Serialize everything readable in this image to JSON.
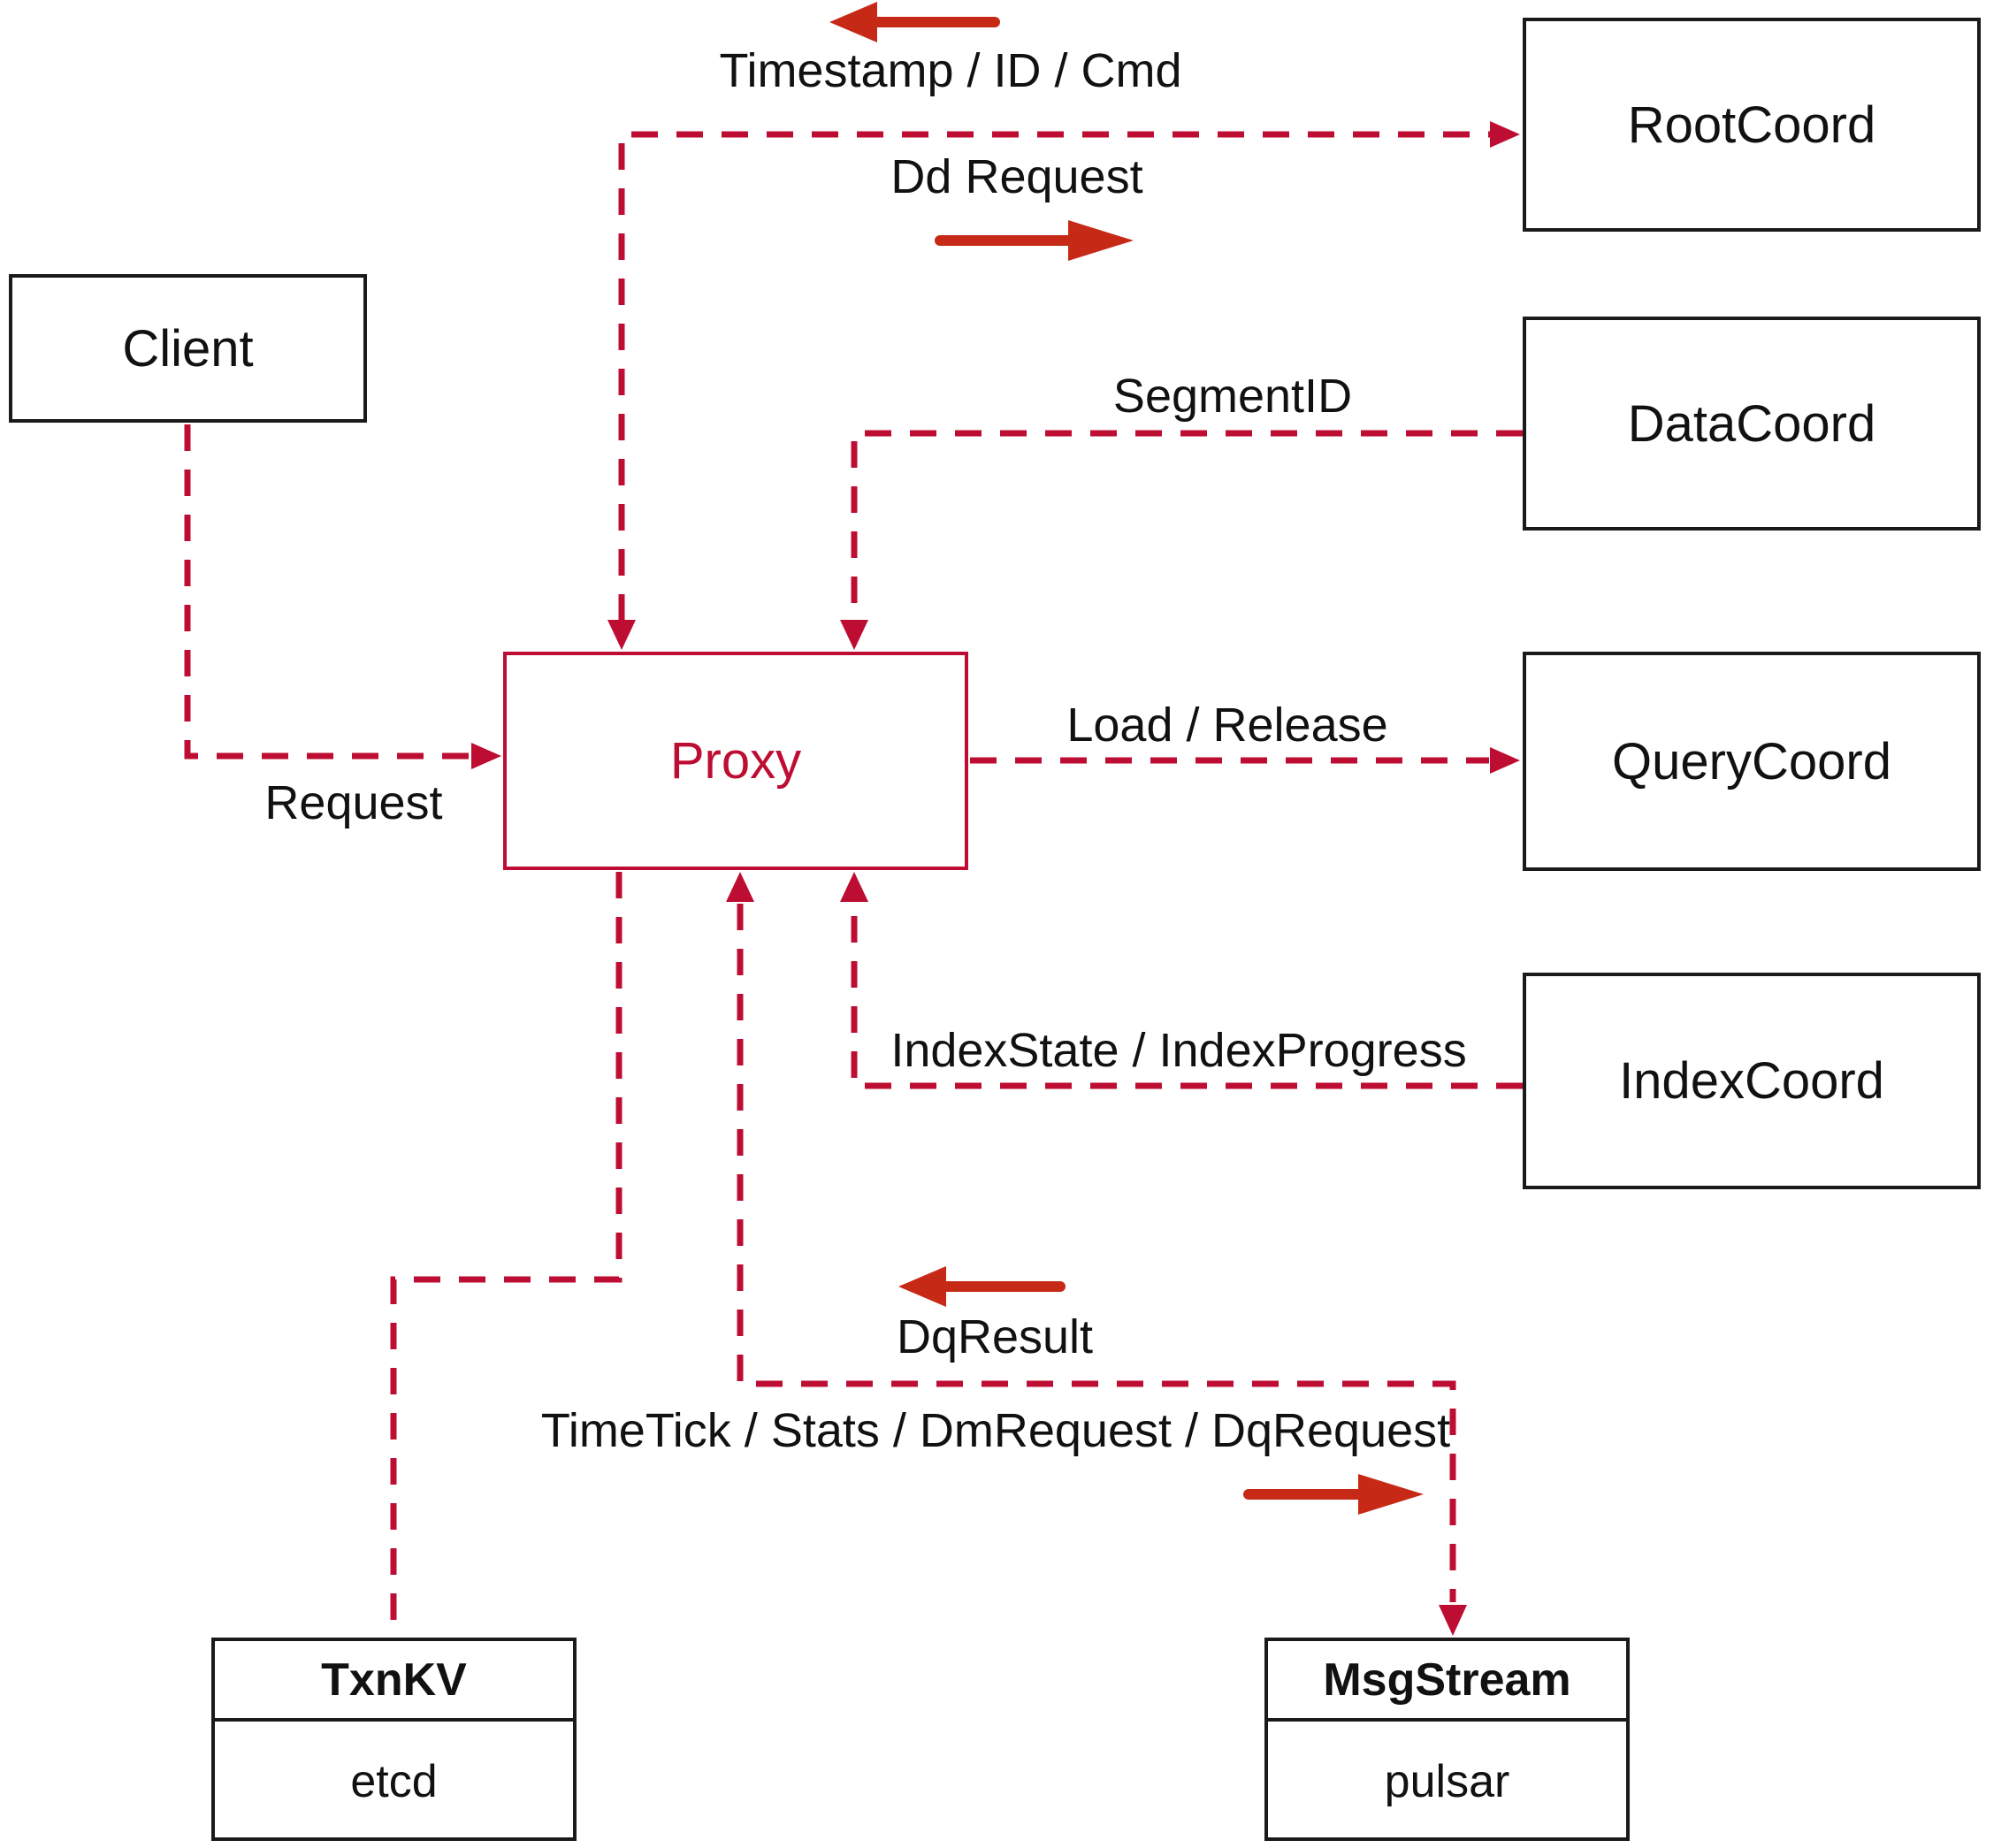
{
  "diagram_title": "Proxy interaction diagram",
  "colors": {
    "dashed_line": "#be0d32",
    "annotation_arrow": "#c62a17",
    "box_border": "#1a1a1a",
    "text": "#111111"
  },
  "nodes": {
    "client": {
      "label": "Client"
    },
    "proxy": {
      "label": "Proxy"
    },
    "rootcoord": {
      "label": "RootCoord"
    },
    "datacoord": {
      "label": "DataCoord"
    },
    "querycoord": {
      "label": "QueryCoord"
    },
    "indexcoord": {
      "label": "IndexCoord"
    },
    "txnkv": {
      "title": "TxnKV",
      "subtitle": "etcd"
    },
    "msgstream": {
      "title": "MsgStream",
      "subtitle": "pulsar"
    }
  },
  "edge_labels": {
    "timestamp_id_cmd": "Timestamp / ID / Cmd",
    "dd_request": "Dd Request",
    "segment_id": "SegmentID",
    "request": "Request",
    "load_release": "Load / Release",
    "index_state": "IndexState / IndexProgress",
    "dq_result": "DqResult",
    "timetick": "TimeTick / Stats / DmRequest / DqRequest"
  }
}
